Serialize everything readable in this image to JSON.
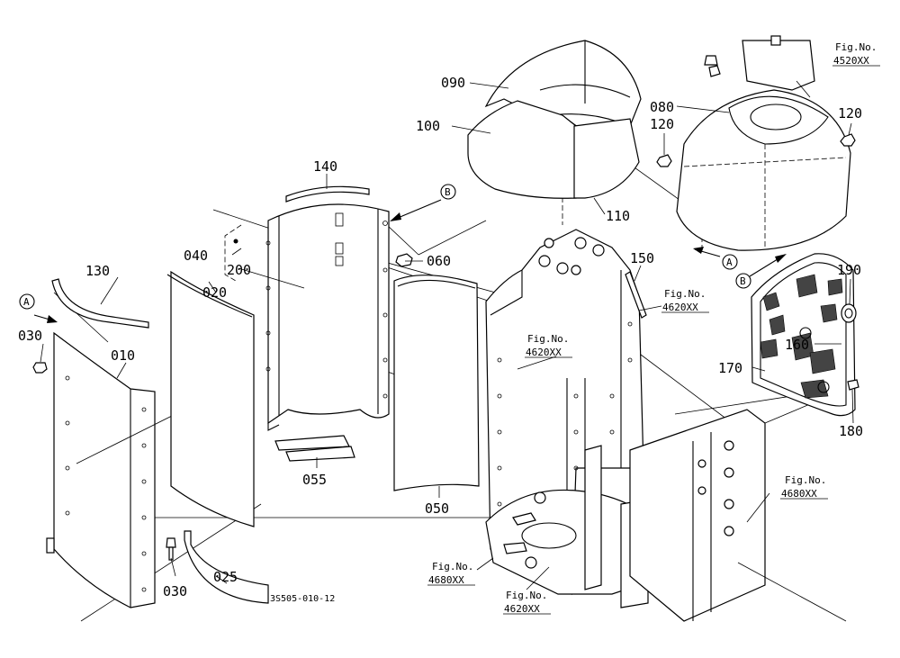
{
  "drawing_code": "3S505-010-12",
  "parts": {
    "p010": "010",
    "p020": "020",
    "p025": "025",
    "p030a": "030",
    "p030b": "030",
    "p040": "040",
    "p050": "050",
    "p055": "055",
    "p060": "060",
    "p080": "080",
    "p090": "090",
    "p100": "100",
    "p110": "110",
    "p120a": "120",
    "p120b": "120",
    "p130": "130",
    "p140": "140",
    "p150": "150",
    "p160": "160",
    "p170": "170",
    "p180": "180",
    "p190": "190",
    "p200": "200"
  },
  "markers": {
    "a1": "A",
    "a2": "A",
    "b1": "B",
    "b2": "B"
  },
  "figrefs": {
    "f4520": {
      "l1": "Fig.No.",
      "l2": "4520XX"
    },
    "f4620a": {
      "l1": "Fig.No.",
      "l2": "4620XX"
    },
    "f4620b": {
      "l1": "Fig.No.",
      "l2": "4620XX"
    },
    "f4620c": {
      "l1": "Fig.No.",
      "l2": "4620XX"
    },
    "f4680a": {
      "l1": "Fig.No.",
      "l2": "4680XX"
    },
    "f4680b": {
      "l1": "Fig.No.",
      "l2": "4680XX"
    }
  }
}
